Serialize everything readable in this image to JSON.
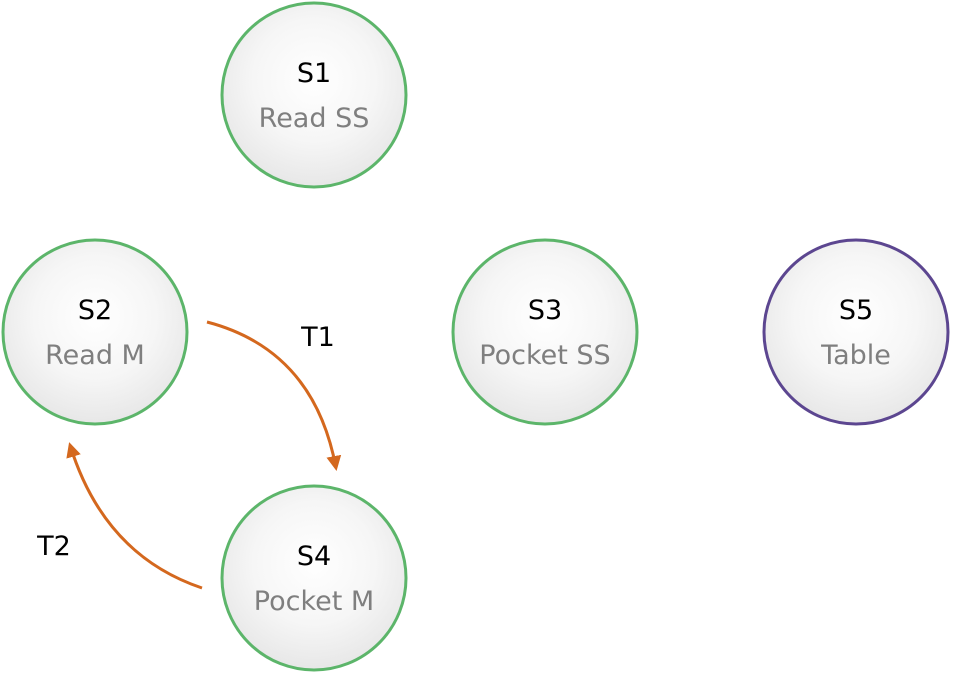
{
  "colors": {
    "state_border": "#5cb56a",
    "state_border_alt": "#5c4690",
    "state_fill_light": "#ffffff",
    "state_fill_dark": "#e9e9e9",
    "transition": "#d4681e",
    "state_id_text": "#000000",
    "state_desc_text": "#7f7f7f"
  },
  "states": [
    {
      "id": "S1",
      "label": "Read SS"
    },
    {
      "id": "S2",
      "label": "Read M"
    },
    {
      "id": "S3",
      "label": "Pocket SS"
    },
    {
      "id": "S4",
      "label": "Pocket M"
    },
    {
      "id": "S5",
      "label": "Table"
    }
  ],
  "transitions": [
    {
      "label": "T1",
      "from": "S2",
      "to": "S4"
    },
    {
      "label": "T2",
      "from": "S4",
      "to": "S2"
    }
  ]
}
